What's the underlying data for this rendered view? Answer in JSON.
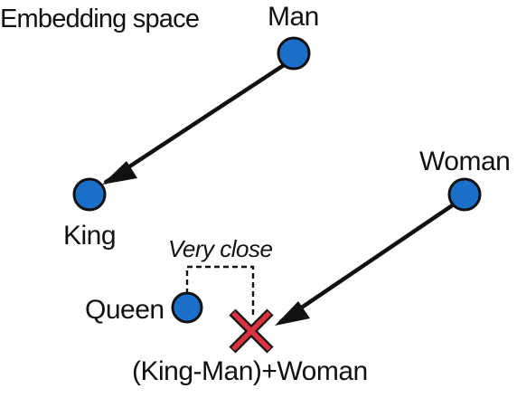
{
  "title": "Embedding space",
  "colors": {
    "point": "#1a6fc9",
    "outline": "#111111",
    "cross": "#d9333f",
    "background": "#ffffff"
  },
  "nodes": {
    "man": {
      "label": "Man",
      "icon": "circle-point"
    },
    "king": {
      "label": "King",
      "icon": "circle-point"
    },
    "woman": {
      "label": "Woman",
      "icon": "circle-point"
    },
    "queen": {
      "label": "Queen",
      "icon": "circle-point"
    },
    "result": {
      "label": "(King-Man)+Woman",
      "icon": "x-mark-icon"
    }
  },
  "annotation": {
    "label": "Very close"
  },
  "arrows": [
    {
      "from": "Man",
      "to": "King"
    },
    {
      "from": "Woman",
      "to": "(King-Man)+Woman"
    }
  ]
}
